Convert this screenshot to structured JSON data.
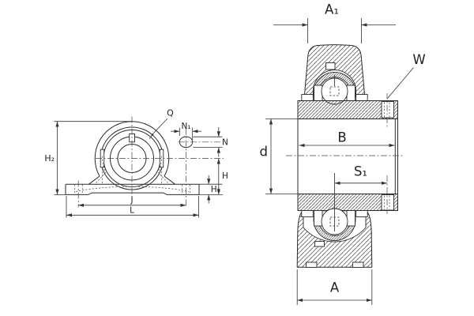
{
  "drawing": {
    "front_view": {
      "labels": {
        "h2": "H₂",
        "q": "Q",
        "n1": "N₁",
        "n": "N",
        "h": "H",
        "h1": "H₁",
        "j": "J",
        "l": "L"
      }
    },
    "section_view": {
      "labels": {
        "a1": "A₁",
        "w": "W",
        "b": "B",
        "d": "d",
        "s1": "S₁",
        "a": "A"
      }
    }
  },
  "colors": {
    "line": "#2a2a2a",
    "background": "#ffffff"
  }
}
